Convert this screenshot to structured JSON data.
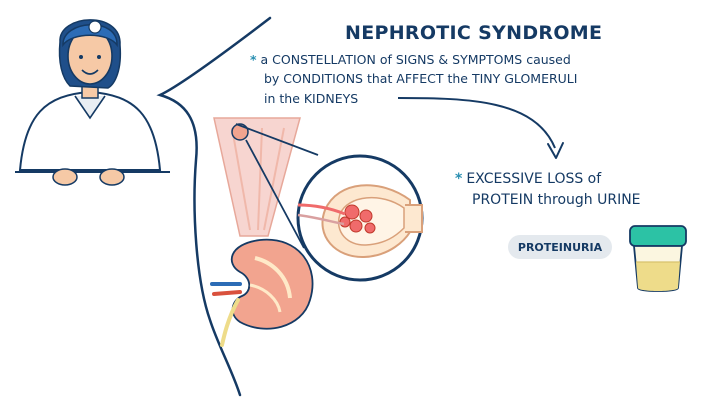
{
  "heading": "NEPHROTIC SYNDROME",
  "definition": {
    "bullet": "*",
    "line1": "a CONSTELLATION of SIGNS & SYMPTOMS caused",
    "line2": "by CONDITIONS that AFFECT the TINY GLOMERULI",
    "line3": "in the KIDNEYS"
  },
  "feature": {
    "bullet": "*",
    "line1": "EXCESSIVE LOSS of",
    "line2": "PROTEIN through URINE"
  },
  "label_pill": "PROTEINURIA",
  "icons": [
    "presenter-illustration",
    "body-silhouette",
    "kidney-illustration",
    "glomerulus-zoom-icon",
    "urine-sample-cup-icon",
    "curved-arrow"
  ],
  "colors": {
    "ink": "#153a64",
    "accent": "#2a8fb1",
    "kidney": "#f2a48f",
    "urine": "#eedc8a",
    "cup_lid": "#2cc2a5",
    "pill_bg": "#e4e9ee"
  }
}
